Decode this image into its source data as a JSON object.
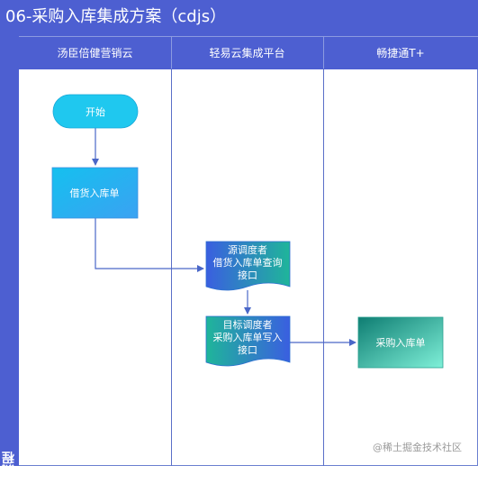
{
  "title": "06-采购入库集成方案（cdjs）",
  "side_label": "集成流程",
  "lanes": [
    {
      "label": "汤臣倍健营销云"
    },
    {
      "label": "轻易云集成平台"
    },
    {
      "label": "畅捷通T+"
    }
  ],
  "nodes": {
    "start": {
      "label": "开始",
      "color": "#1fc8ef"
    },
    "borrow_in": {
      "label": "借货入库单",
      "color": "#1ab3ef"
    },
    "source_query": {
      "lines": [
        "源调度者",
        "借货入库单查询",
        "接口"
      ],
      "color_a": "#3a5fe0",
      "color_b": "#1fb59a"
    },
    "target_write": {
      "lines": [
        "目标调度者",
        "采购入库单写入",
        "接口"
      ],
      "color_a": "#1fb59a",
      "color_b": "#3a5fe0"
    },
    "purchase_in": {
      "label": "采购入库单",
      "color_a": "#0e7d72",
      "color_b": "#7ff0d8"
    }
  },
  "colors": {
    "primary": "#4d5fd1",
    "connector": "#4a67c8"
  },
  "watermark": "@稀土掘金技术社区"
}
